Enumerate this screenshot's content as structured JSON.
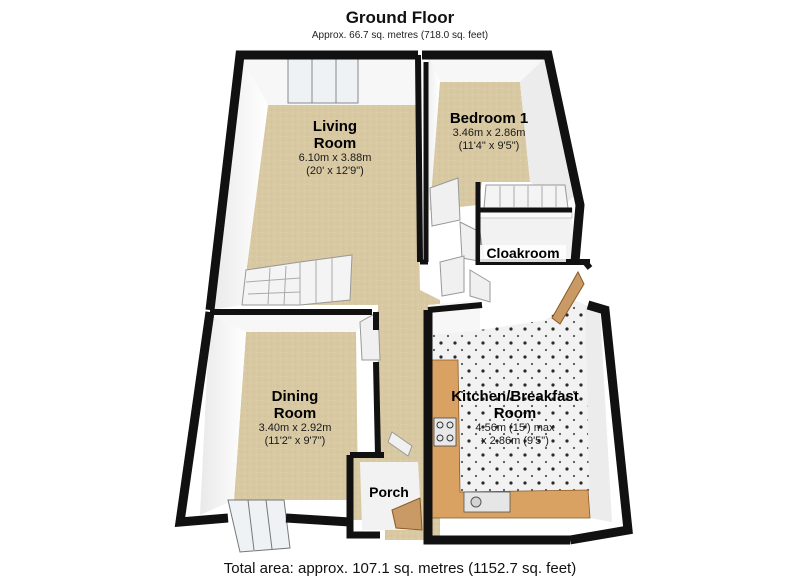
{
  "plan": {
    "title": "Ground Floor",
    "subtitle": "Approx. 66.7 sq. metres (718.0 sq. feet)",
    "total_area": "Total area: approx. 107.1 sq. metres (1152.7 sq. feet)"
  },
  "rooms": {
    "living": {
      "name_line1": "Living",
      "name_line2": "Room",
      "dim_metric": "6.10m x 3.88m",
      "dim_imperial": "(20' x 12'9\")"
    },
    "bedroom": {
      "name": "Bedroom 1",
      "dim_metric": "3.46m x 2.86m",
      "dim_imperial": "(11'4\" x 9'5\")"
    },
    "cloakroom": {
      "name": "Cloakroom"
    },
    "dining": {
      "name_line1": "Dining",
      "name_line2": "Room",
      "dim_metric": "3.40m x 2.92m",
      "dim_imperial": "(11'2\" x 9'7\")"
    },
    "kitchen": {
      "name_line1": "Kitchen/Breakfast",
      "name_line2": "Room",
      "dim_line1": "4.56m (15') max",
      "dim_line2": "x 2.86m (9'5\")"
    },
    "porch": {
      "name": "Porch"
    }
  },
  "colors": {
    "wall": "#111111",
    "wall_face": "#f4f4f4",
    "carpet": "#d8c9a3",
    "tile": "#f2f2f2",
    "counter": "#d9a262",
    "door": "#c99966"
  }
}
